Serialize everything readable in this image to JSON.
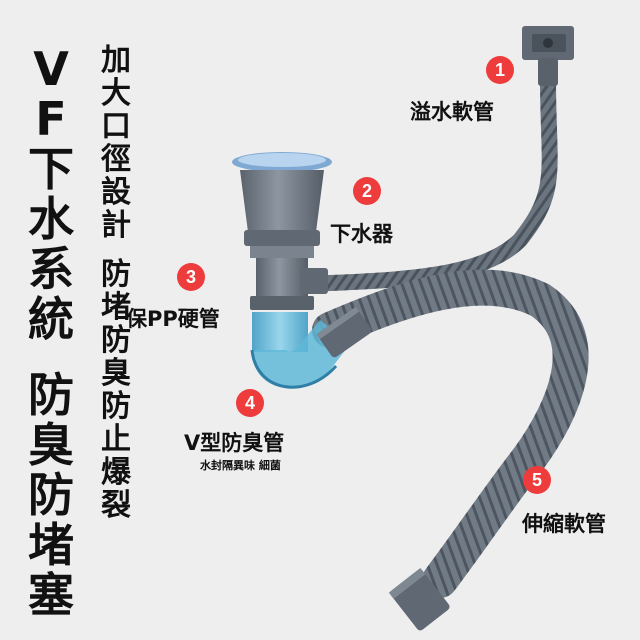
{
  "title": {
    "main_chars": [
      "V",
      "F",
      "下",
      "水",
      "系",
      "統",
      "",
      "防",
      "臭",
      "防",
      "堵",
      "塞"
    ],
    "sub_chars": [
      "加",
      "大",
      "口",
      "徑",
      "設",
      "計",
      "",
      "防",
      "堵",
      "防",
      "臭",
      "防",
      "止",
      "爆",
      "裂"
    ]
  },
  "callouts": [
    {
      "number": "1",
      "label": "溢水軟管",
      "sublabel": ""
    },
    {
      "number": "2",
      "label": "下水器",
      "sublabel": ""
    },
    {
      "number": "3",
      "label": "保PP硬管",
      "sublabel": ""
    },
    {
      "number": "4",
      "label": "V型防臭管",
      "sublabel": "水封隔異味 細菌"
    },
    {
      "number": "5",
      "label": "伸縮軟管",
      "sublabel": ""
    }
  ],
  "colors": {
    "background": "#eeeeee",
    "badge": "#ee3b3b",
    "hose": "#6b7580",
    "hose_dark": "#4a525c",
    "pipe_blue": "#5fb8d8",
    "text": "#111111"
  }
}
